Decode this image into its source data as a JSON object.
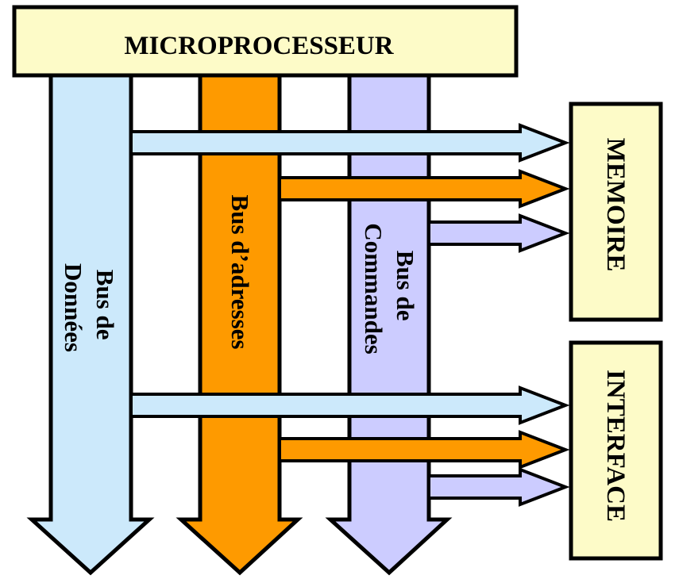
{
  "microprocessor": {
    "label": "MICROPROCESSEUR"
  },
  "memory": {
    "label": "MEMOIRE"
  },
  "interface": {
    "label": "INTERFACE"
  },
  "buses": {
    "data": {
      "line1": "Bus de",
      "line2": "Données",
      "color": "#cce9fb"
    },
    "address": {
      "line1": "Bus d’adresses",
      "color": "#fe9a00"
    },
    "command": {
      "line1": "Bus de",
      "line2": "Commandes",
      "color": "#ccccff"
    }
  },
  "colors": {
    "box_fill": "#fdfbc8",
    "stroke": "#000000"
  }
}
